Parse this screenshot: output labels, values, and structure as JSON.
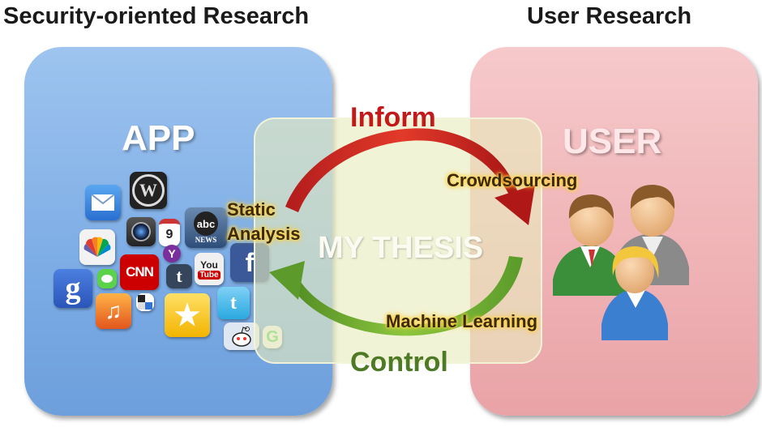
{
  "headings": {
    "left": "Security-oriented Research",
    "right": "User Research"
  },
  "panels": {
    "app": {
      "title": "APP",
      "color": "#7faee6"
    },
    "user": {
      "title": "USER",
      "color": "#efb2b5"
    },
    "thesis": {
      "title": "MY THESIS",
      "color": "#e8ecbe"
    }
  },
  "arrows": {
    "inform": {
      "label": "Inform",
      "color": "#c21a1a"
    },
    "control": {
      "label": "Control",
      "color": "#4e7a25"
    }
  },
  "methods": {
    "static_line1": "Static",
    "static_line2": "Analysis",
    "crowdsourcing": "Crowdsourcing",
    "machine_learning": "Machine Learning"
  },
  "app_icons": {
    "wordpress": "W",
    "calendar": "9",
    "abc_top": "abc",
    "abc_bottom": "NEWS",
    "cnn": "CNN",
    "youtube_top": "You",
    "youtube_bottom": "Tube",
    "tumblr": "t",
    "google": "g",
    "twitter": "t",
    "facebook": "f"
  }
}
